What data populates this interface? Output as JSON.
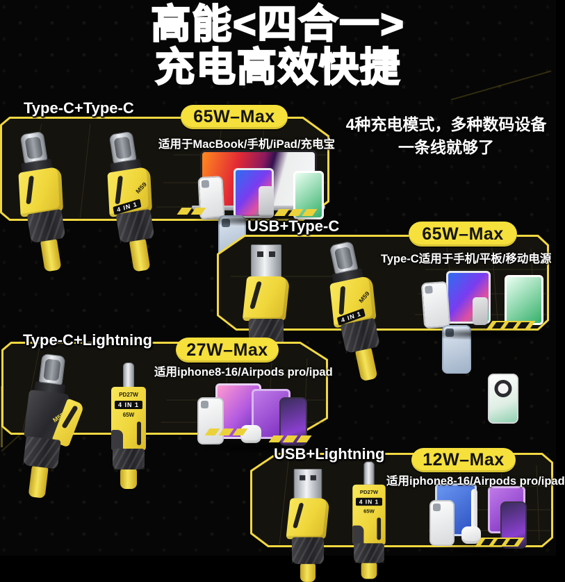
{
  "colors": {
    "accent": "#f2d841",
    "badge_bg": "#f6e03c",
    "badge_text": "#141414",
    "bg": "#060606",
    "panel_fill": "#14130e",
    "text": "#ffffff"
  },
  "title": {
    "line1": "高能<四合一>",
    "line2": "充电高效快捷"
  },
  "intro": {
    "line1": "4种充电模式，多种数码设备",
    "line2": "一条线就够了"
  },
  "sections": [
    {
      "label": "Type-C+Type-C",
      "power": "65W–Max",
      "desc": "适用于MacBook/手机/iPad/充电宝"
    },
    {
      "label": "USB+Type-C",
      "power": "65W–Max",
      "desc": "Type-C适用于手机/平板/移动电源"
    },
    {
      "label": "Type-C+Lightning",
      "power": "27W–Max",
      "desc": "适用iphone8-16/Airpods pro/ipad"
    },
    {
      "label": "USB+Lightning",
      "power": "12W–Max",
      "desc": "适用iphone8-16/Airpods pro/ipad"
    }
  ],
  "connector_markings": {
    "four_in_one": "4 IN 1",
    "model": "M59",
    "pd_label": "PD27W",
    "watt_label": "65W"
  }
}
